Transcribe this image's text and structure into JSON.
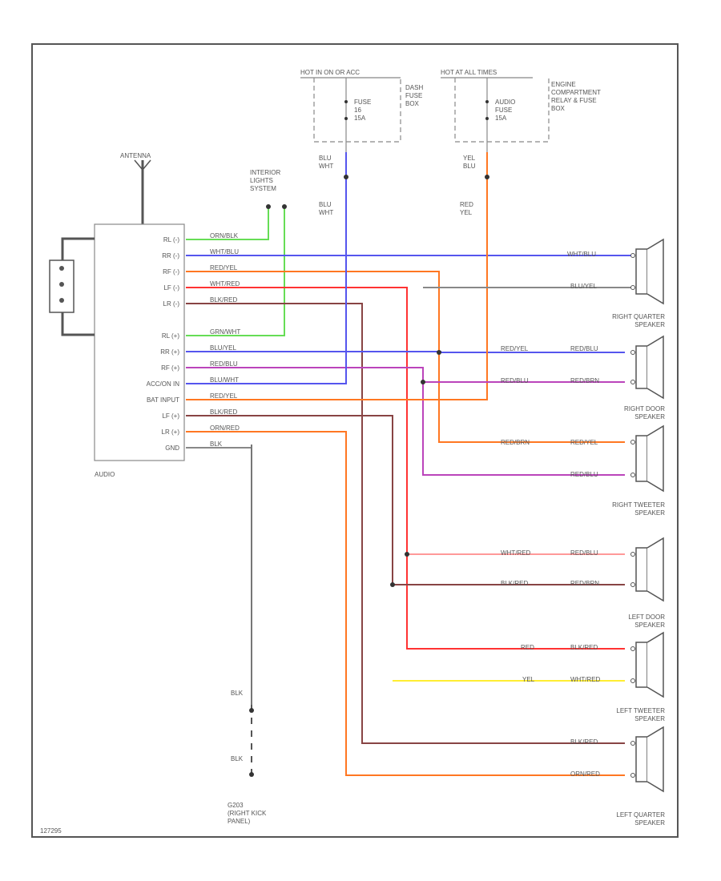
{
  "diagram": {
    "fuse_boxes": [
      {
        "hot_label": "HOT IN ON OR ACC",
        "fuse_label": "FUSE\n16\n15A",
        "box_label": "DASH\nFUSE\nBOX"
      },
      {
        "hot_label": "HOT AT ALL TIMES",
        "fuse_label": "AUDIO\nFUSE\n15A",
        "box_label": "ENGINE\nCOMPARTMENT\nRELAY & FUSE\nBOX"
      }
    ],
    "antenna_label": "ANTENNA",
    "interior_lights_label": "INTERIOR\nLIGHTS\nSYSTEM",
    "radio_label": "AUDIO",
    "radio_pins": [
      "RL (-)",
      "RR (-)",
      "RF (-)",
      "LF (-)",
      "LR (-)",
      "",
      "RL (+)",
      "RR (+)",
      "RF (+)",
      "ACC/ON IN",
      "BAT INPUT",
      "LF (+)",
      "LR (+)",
      "GND"
    ],
    "wire_labels_left": [
      "ORN/BLK",
      "WHT/BLU",
      "RED/YEL",
      "WHT/RED",
      "BLK/RED",
      "",
      "GRN/WHT",
      "BLU/YEL",
      "RED/BLU",
      "BLU/WHT",
      "RED/YEL",
      "BLK/RED",
      "ORN/RED",
      "BLK"
    ],
    "vertical_labels": {
      "blu_wht_1": "BLU\nWHT",
      "blu_wht_2": "BLU\nWHT",
      "yel_blu": "YEL\nBLU",
      "red_yel": "RED\nYEL",
      "blk_1": "BLK",
      "blk_2": "BLK"
    },
    "speaker_wires": [
      "WHT/BLU",
      "BLU/YEL",
      "RED/YEL",
      "RED/BLU",
      "RED/BLU",
      "RED/BRN",
      "RED/BRN",
      "RED/YEL",
      "RED/BLU",
      "WHT/RED",
      "RED/BLU",
      "BLK/RED",
      "RED/BRN",
      "RED",
      "BLK/RED",
      "YEL",
      "WHT/RED",
      "BLK/RED",
      "ORN/RED"
    ],
    "speakers": [
      "RIGHT QUARTER\nSPEAKER",
      "RIGHT DOOR\nSPEAKER",
      "RIGHT TWEETER\nSPEAKER",
      "LEFT DOOR\nSPEAKER",
      "LEFT TWEETER\nSPEAKER",
      "LEFT QUARTER\nSPEAKER"
    ],
    "ground_label": "G203\n(RIGHT KICK\nPANEL)",
    "figure_id": "127295"
  },
  "colors": {
    "orange": "#ff7722",
    "green": "#66dd55",
    "blue": "#5555ee",
    "yellow": "#ffee33",
    "red": "#ff3333",
    "purple": "#bb44bb",
    "brown": "#884444",
    "pink": "#ff9999",
    "gray": "#888888"
  }
}
